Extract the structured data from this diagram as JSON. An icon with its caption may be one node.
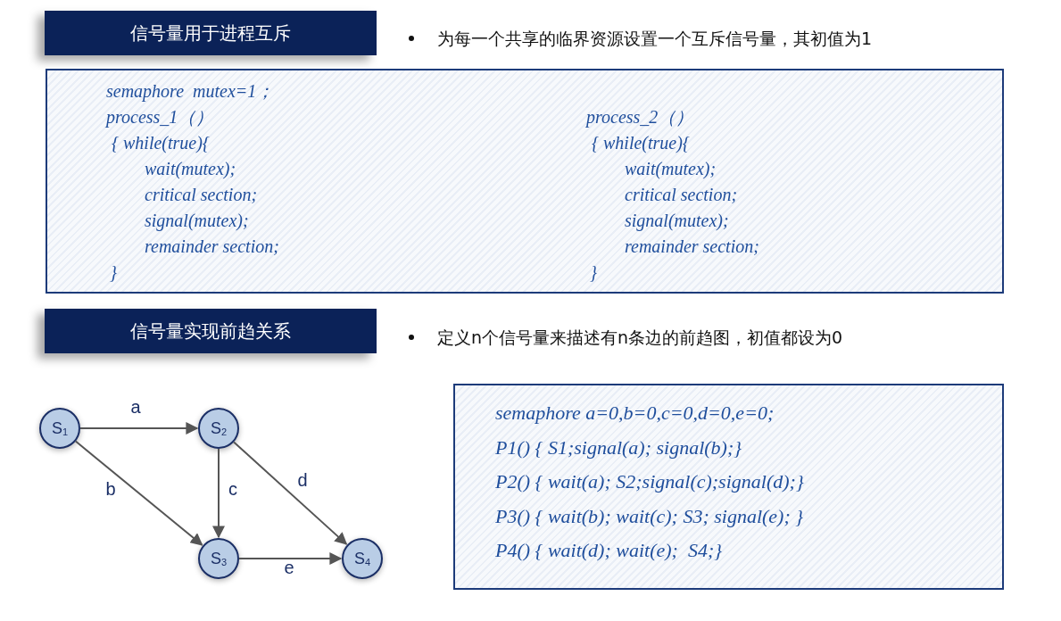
{
  "diagram": {
    "nodes": [
      {
        "text": [
          "信号量用于进程互斥"
        ]
      },
      {
        "text": [
          "semaphore  mutex=1；",
          "process_1（）",
          "{ while(true){",
          "wait(mutex);",
          "critical section;",
          "signal(mutex);",
          "remainder section;",
          "}",
          "process_2（）",
          "{ while(true){",
          "wait(mutex);",
          "critical section;",
          "signal(mutex);",
          "remainder section;",
          "}"
        ]
      },
      {
        "text": [
          "信号量实现前趋关系"
        ]
      },
      {
        "text": [
          "S$_{1}$"
        ]
      },
      {
        "text": [
          "S$_{2}$"
        ]
      },
      {
        "text": [
          "S$_{3}$"
        ]
      },
      {
        "text": [
          "S$_{4}$"
        ]
      },
      {
        "text": [
          "semaphore a=0,b=0,c=0,d=0,e=0;",
          "P1() { S1;signal(a); signal(b);}",
          "P2() { wait(a); S2;signal(c);signal(d);}",
          "P3() { wait(b); wait(c); S3; signal(e); }",
          "P4() { wait(d); wait(e);  S4;}"
        ]
      }
    ],
    "edges": [
      {
        "from": 3,
        "to": 4,
        "arrow": "to",
        "label": "a"
      },
      {
        "from": 3,
        "to": 5,
        "arrow": "to",
        "label": "b"
      },
      {
        "from": 4,
        "to": 5,
        "arrow": "to",
        "label": "c"
      },
      {
        "from": 4,
        "to": 6,
        "arrow": "to",
        "label": "d"
      },
      {
        "from": 5,
        "to": 6,
        "arrow": "to",
        "label": "e"
      }
    ],
    "labels": [
      "为每一个共享的临界资源设置一个互斥信号量，其初值为1",
      "定义n个信号量来描述有n条边的前趋图，初值都设为0"
    ]
  }
}
